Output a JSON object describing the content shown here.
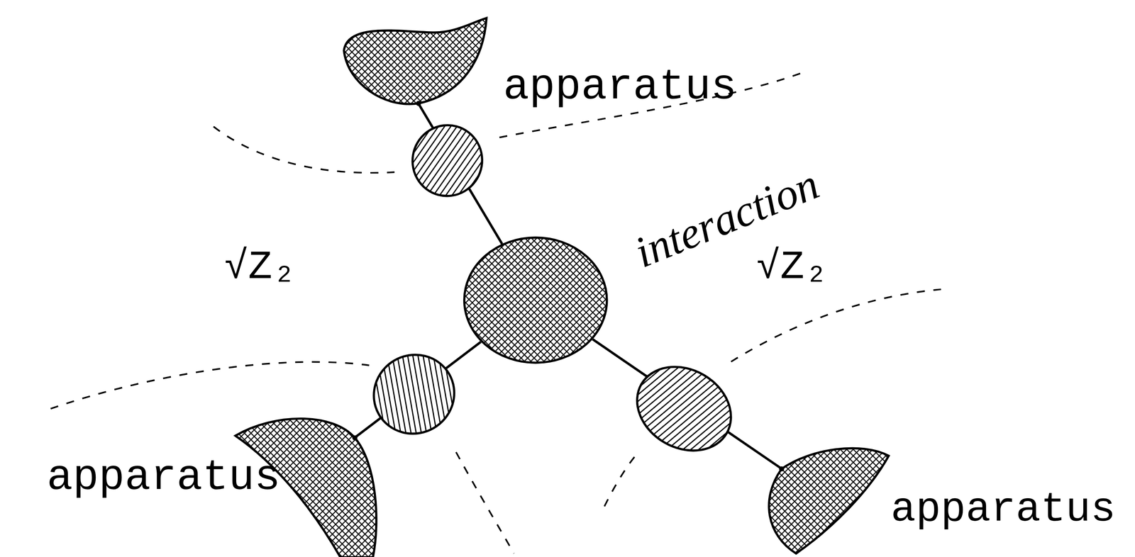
{
  "diagram": {
    "nodes": [
      {
        "text": [
          "apparatus"
        ]
      },
      {
        "text": [
          "interaction"
        ]
      },
      {
        "text": [
          "apparatus"
        ]
      },
      {
        "text": [
          "apparatus"
        ]
      }
    ],
    "edges": [
      {
        "from": 1,
        "to": 0,
        "arrow": "none"
      },
      {
        "from": 1,
        "to": 2,
        "arrow": "none"
      },
      {
        "from": 1,
        "to": 3,
        "arrow": "none"
      }
    ],
    "labels": [
      "√Z₂",
      "√Z₂"
    ]
  }
}
